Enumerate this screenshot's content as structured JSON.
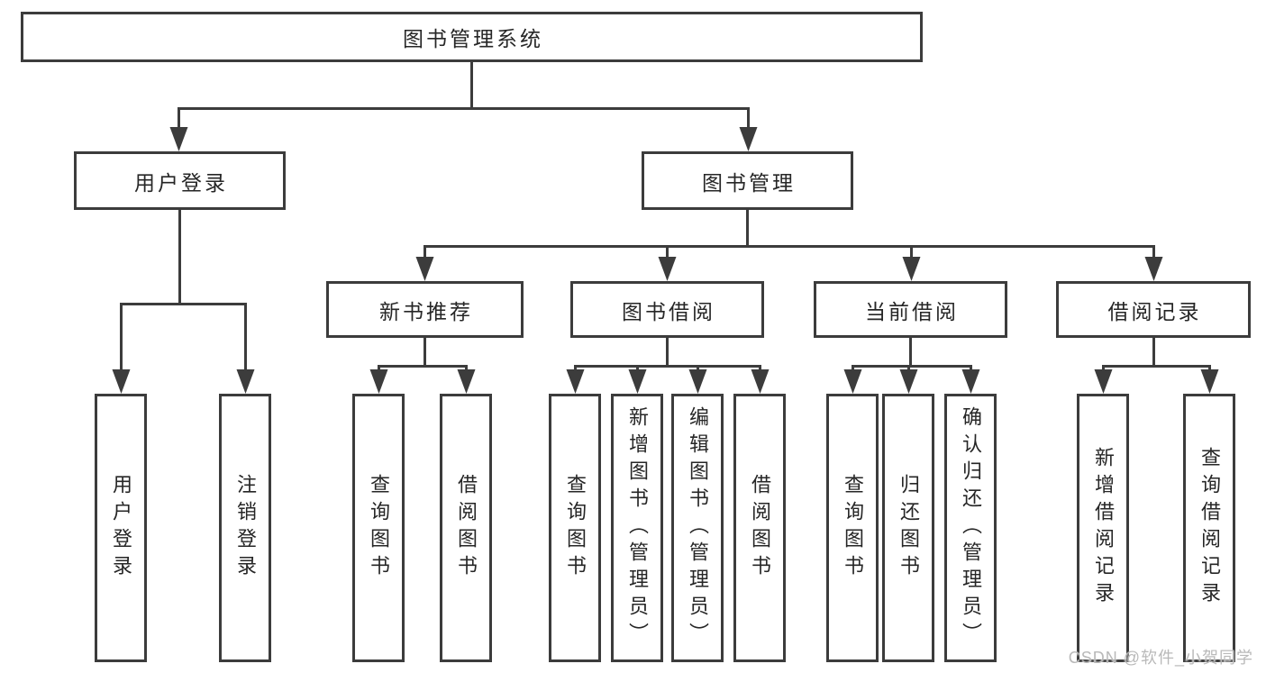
{
  "colors": {
    "line": "#3c3c3c",
    "text": "#262626",
    "watermark_text": "#b9b9b9"
  },
  "tree": {
    "label": "图书管理系统",
    "children": [
      {
        "label": "用户登录",
        "children": [
          {
            "label": "用户登录"
          },
          {
            "label": "注销登录"
          }
        ]
      },
      {
        "label": "图书管理",
        "children": [
          {
            "label": "新书推荐",
            "children": [
              {
                "label": "查询图书"
              },
              {
                "label": "借阅图书"
              }
            ]
          },
          {
            "label": "图书借阅",
            "children": [
              {
                "label": "查询图书"
              },
              {
                "label": "新增图书（管理员）"
              },
              {
                "label": "编辑图书（管理员）"
              },
              {
                "label": "借阅图书"
              }
            ]
          },
          {
            "label": "当前借阅",
            "children": [
              {
                "label": "查询图书"
              },
              {
                "label": "归还图书"
              },
              {
                "label": "确认归还（管理员）"
              }
            ]
          },
          {
            "label": "借阅记录",
            "children": [
              {
                "label": "新增借阅记录"
              },
              {
                "label": "查询借阅记录"
              }
            ]
          }
        ]
      }
    ]
  },
  "watermark": "CSDN @软件_小贺同学"
}
